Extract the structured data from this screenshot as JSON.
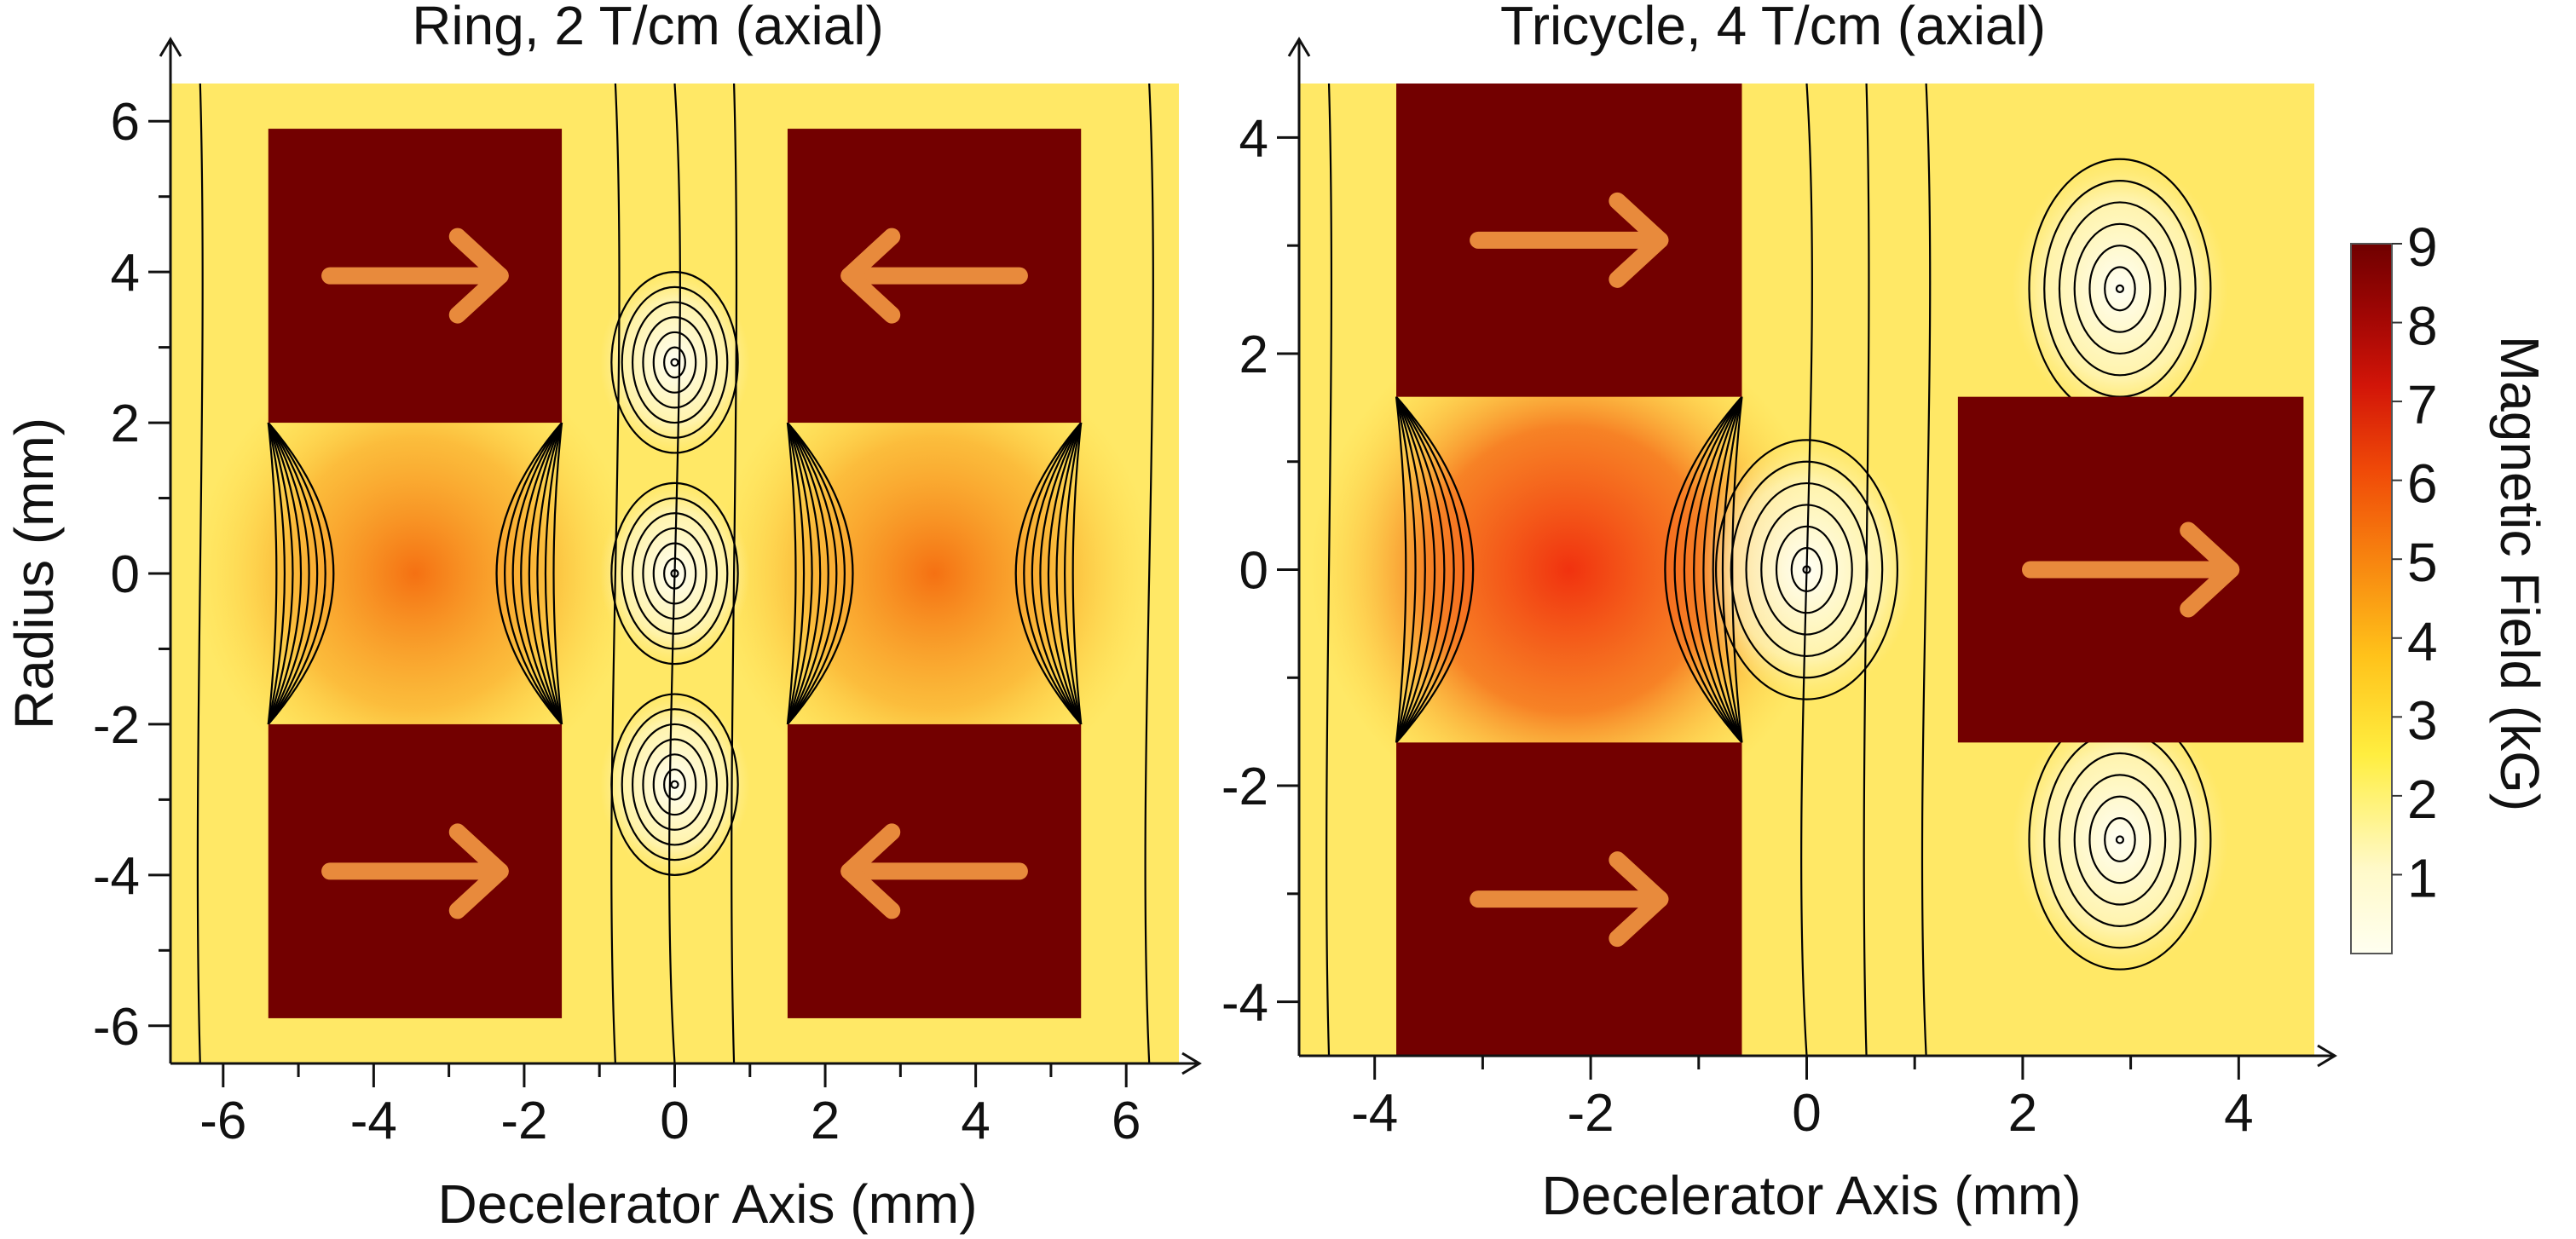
{
  "chart_data": [
    {
      "type": "heatmap",
      "title": "Ring, 2 T/cm (axial)",
      "xlabel": "Decelerator Axis (mm)",
      "ylabel": "Radius (mm)",
      "xlim": [
        -6.7,
        6.7
      ],
      "ylim": [
        -6.5,
        6.5
      ],
      "x_ticks": [
        -6,
        -4,
        -2,
        0,
        2,
        4,
        6
      ],
      "y_ticks": [
        -6,
        -4,
        -2,
        0,
        2,
        4,
        6
      ],
      "x_tick_labels": [
        "-6",
        "-4",
        "-2",
        "0",
        "2",
        "4",
        "6"
      ],
      "y_tick_labels": [
        "-6",
        "-4",
        "-2",
        "0",
        "2",
        "4",
        "6"
      ],
      "field_range_kG": [
        0,
        9
      ],
      "magnets": [
        {
          "x": [
            -5.4,
            -1.5
          ],
          "y": [
            2.0,
            5.9
          ],
          "magnetization": "right"
        },
        {
          "x": [
            1.5,
            5.4
          ],
          "y": [
            2.0,
            5.9
          ],
          "magnetization": "left"
        },
        {
          "x": [
            -5.4,
            -1.5
          ],
          "y": [
            -5.9,
            -2.0
          ],
          "magnetization": "right"
        },
        {
          "x": [
            1.5,
            5.4
          ],
          "y": [
            -5.9,
            -2.0
          ],
          "magnetization": "left"
        }
      ],
      "field_minima": [
        [
          0,
          2.8
        ],
        [
          0,
          0
        ],
        [
          0,
          -2.8
        ]
      ]
    },
    {
      "type": "heatmap",
      "title": "Tricycle, 4 T/cm (axial)",
      "xlabel": "Decelerator Axis (mm)",
      "ylabel": "",
      "xlim": [
        -4.7,
        4.7
      ],
      "ylim": [
        -4.5,
        4.5
      ],
      "x_ticks": [
        -4,
        -2,
        0,
        2,
        4
      ],
      "y_ticks": [
        -4,
        -2,
        0,
        2,
        4
      ],
      "x_tick_labels": [
        "-4",
        "-2",
        "0",
        "2",
        "4"
      ],
      "y_tick_labels": [
        "-4",
        "-2",
        "0",
        "2",
        "4"
      ],
      "field_range_kG": [
        0,
        9
      ],
      "magnets": [
        {
          "x": [
            -3.8,
            -0.6
          ],
          "y": [
            1.6,
            4.5
          ],
          "magnetization": "right"
        },
        {
          "x": [
            -3.8,
            -0.6
          ],
          "y": [
            -4.5,
            -1.6
          ],
          "magnetization": "right"
        },
        {
          "x": [
            1.4,
            4.6
          ],
          "y": [
            -1.6,
            1.6
          ],
          "magnetization": "right"
        }
      ],
      "field_minima": [
        [
          0,
          0
        ],
        [
          2.9,
          2.6
        ],
        [
          2.9,
          -2.5
        ]
      ]
    }
  ],
  "colorbar": {
    "label": "Magnetic Field (kG)",
    "ticks": [
      1,
      2,
      3,
      4,
      5,
      6,
      7,
      8,
      9
    ],
    "tick_labels": [
      "1",
      "2",
      "3",
      "4",
      "5",
      "6",
      "7",
      "8",
      "9"
    ],
    "range": [
      0,
      9
    ]
  },
  "colors": {
    "magnet": "#730000",
    "arrow": "#E88A3C",
    "contour": "#000000",
    "low_field": "#FFFCE0",
    "high_field": "#E01A08"
  }
}
